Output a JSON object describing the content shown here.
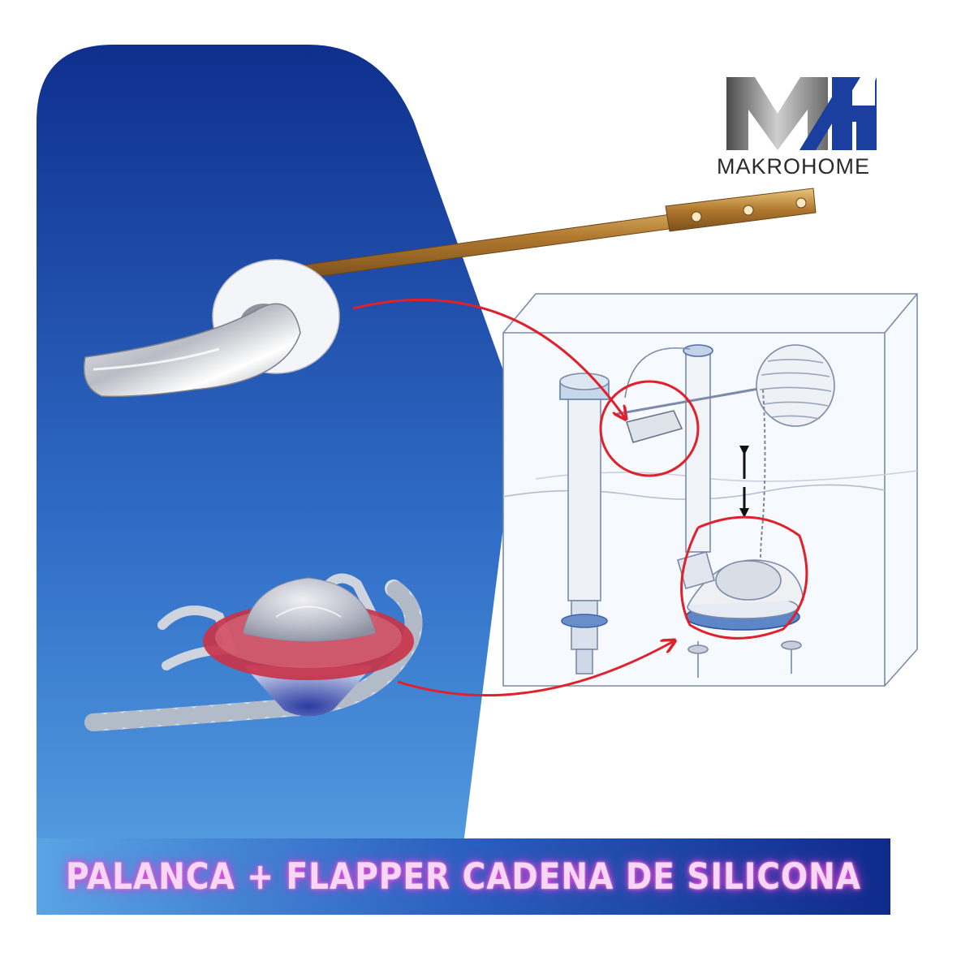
{
  "brand": {
    "logo_letters": "MH",
    "name": "MAKROHOME",
    "colors": {
      "primary": "#1b3f9e",
      "gray": "#6e6e6e"
    }
  },
  "banner": {
    "text": "PALANCA + FLAPPER CADENA DE SILICONA",
    "glow_color": "#e84fd8"
  },
  "colors": {
    "panel_top": "#123a9a",
    "panel_bottom": "#5aa0e2",
    "annotation_red": "#e0202a"
  },
  "icons": {
    "lever": "toilet-handle-lever",
    "flapper": "flapper-valve",
    "tank": "toilet-tank-diagram"
  }
}
